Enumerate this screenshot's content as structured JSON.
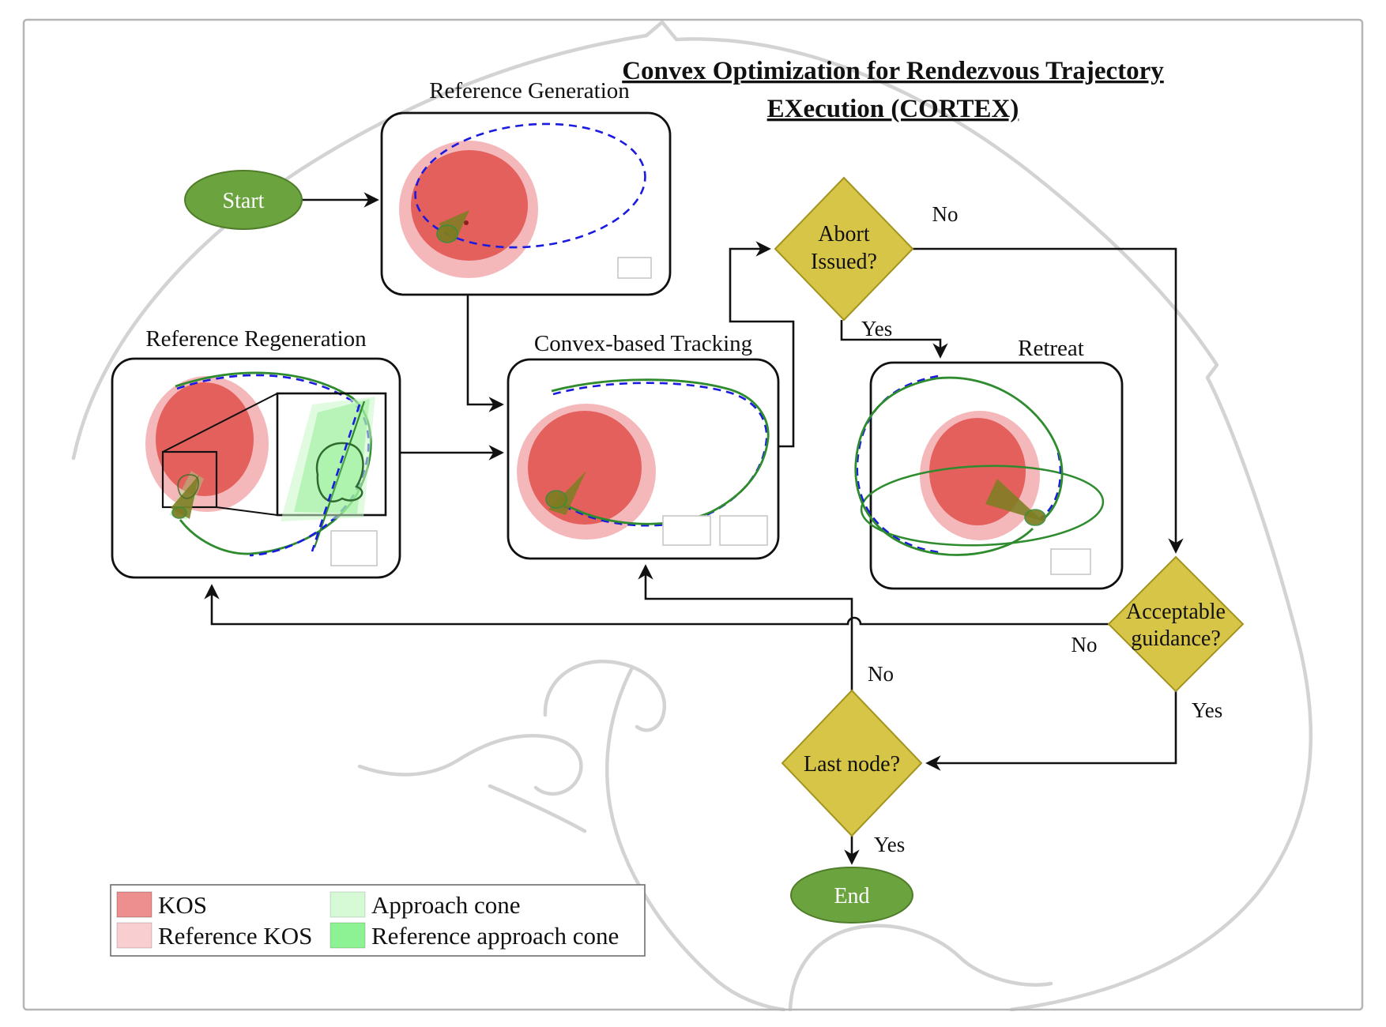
{
  "title": {
    "line1": "Convex Optimization for Rendezvous Trajectory",
    "line2": "EXecution (CORTEX)"
  },
  "nodes": {
    "start": {
      "label": "Start"
    },
    "reference_generation": {
      "title": "Reference Generation"
    },
    "reference_regeneration": {
      "title": "Reference Regeneration"
    },
    "convex_tracking": {
      "title": "Convex-based Tracking"
    },
    "retreat": {
      "title": "Retreat"
    },
    "abort": {
      "line1": "Abort",
      "line2": "Issued?"
    },
    "acceptable": {
      "line1": "Acceptable",
      "line2": "guidance?"
    },
    "last_node": {
      "label": "Last node?"
    },
    "end": {
      "label": "End"
    }
  },
  "edges": {
    "abort_no": "No",
    "abort_yes": "Yes",
    "acceptable_no": "No",
    "acceptable_yes": "Yes",
    "last_node_no": "No",
    "last_node_yes": "Yes"
  },
  "legend": {
    "items": [
      {
        "label": "KOS",
        "color": "#ee8f8f"
      },
      {
        "label": "Reference KOS",
        "color": "#f8ced1"
      },
      {
        "label": "Approach cone",
        "color": "#d6fad6"
      },
      {
        "label": "Reference approach cone",
        "color": "#8df294"
      }
    ]
  },
  "colors": {
    "kos": "#e4605d",
    "reference_kos": "#f5b8ba",
    "trajectory_reference_blue": "#1a1ae0",
    "trajectory_actual_green": "#2e8b2e",
    "decision_fill": "#d7c547",
    "decision_stroke": "#a3941f",
    "terminal_fill": "#6ba43e",
    "terminal_stroke": "#4f7d2a",
    "title_gray": "#8f8f8f"
  }
}
